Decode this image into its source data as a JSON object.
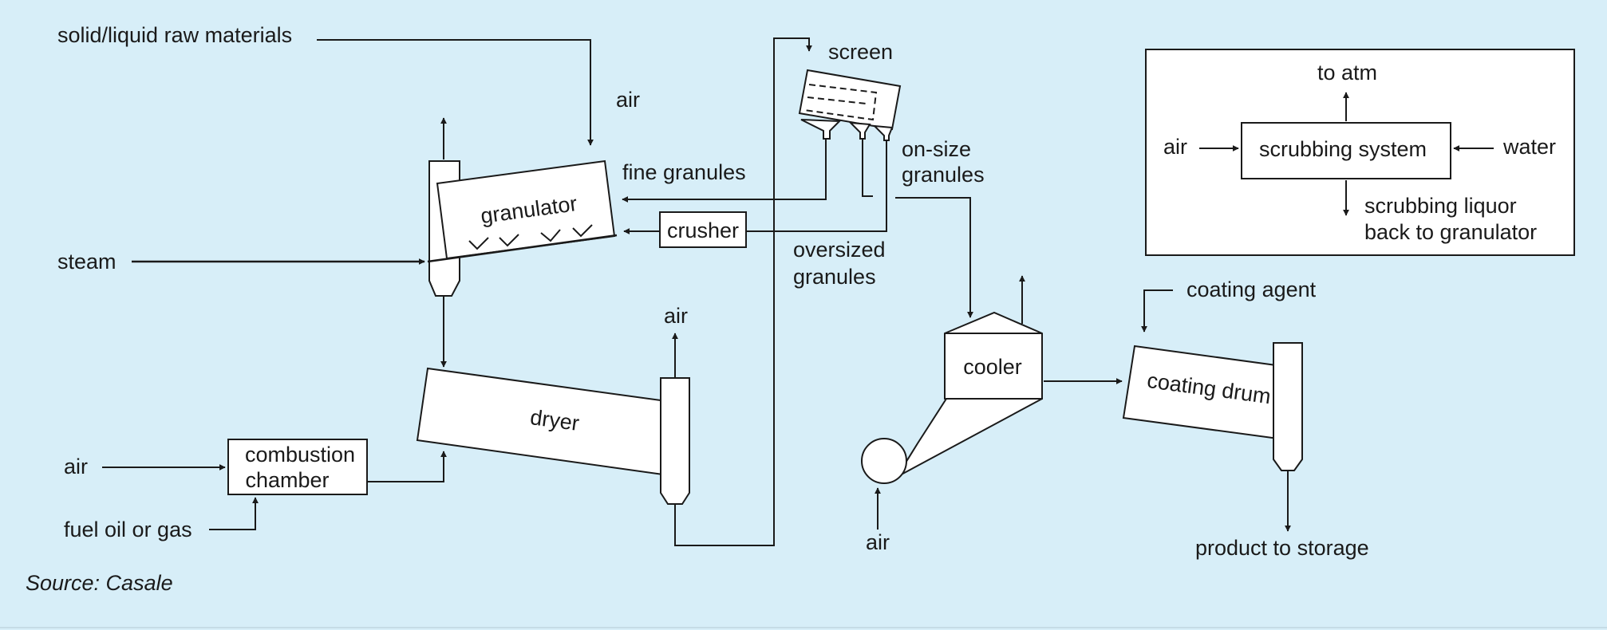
{
  "colors": {
    "background": "#d7eef8",
    "ink": "#1a1a1a",
    "box_fill": "#ffffff"
  },
  "labels": {
    "raw_materials": "solid/liquid raw materials",
    "air_top": "air",
    "screen": "screen",
    "fine_granules": "fine granules",
    "on_size_1": "on-size",
    "on_size_2": "granules",
    "granulator": "granulator",
    "crusher": "crusher",
    "oversized_1": "oversized",
    "oversized_2": "granules",
    "steam": "steam",
    "air_dryer": "air",
    "dryer": "dryer",
    "air_left": "air",
    "combustion_1": "combustion",
    "combustion_2": "chamber",
    "fuel": "fuel oil or gas",
    "cooler": "cooler",
    "air_cooler": "air",
    "coating_agent": "coating agent",
    "coating_drum": "coating drum",
    "product": "product to storage",
    "source": "Source: Casale"
  },
  "inset": {
    "to_atm": "to atm",
    "air": "air",
    "scrubbing": "scrubbing system",
    "water": "water",
    "liquor_1": "scrubbing liquor",
    "liquor_2": "back to granulator"
  }
}
